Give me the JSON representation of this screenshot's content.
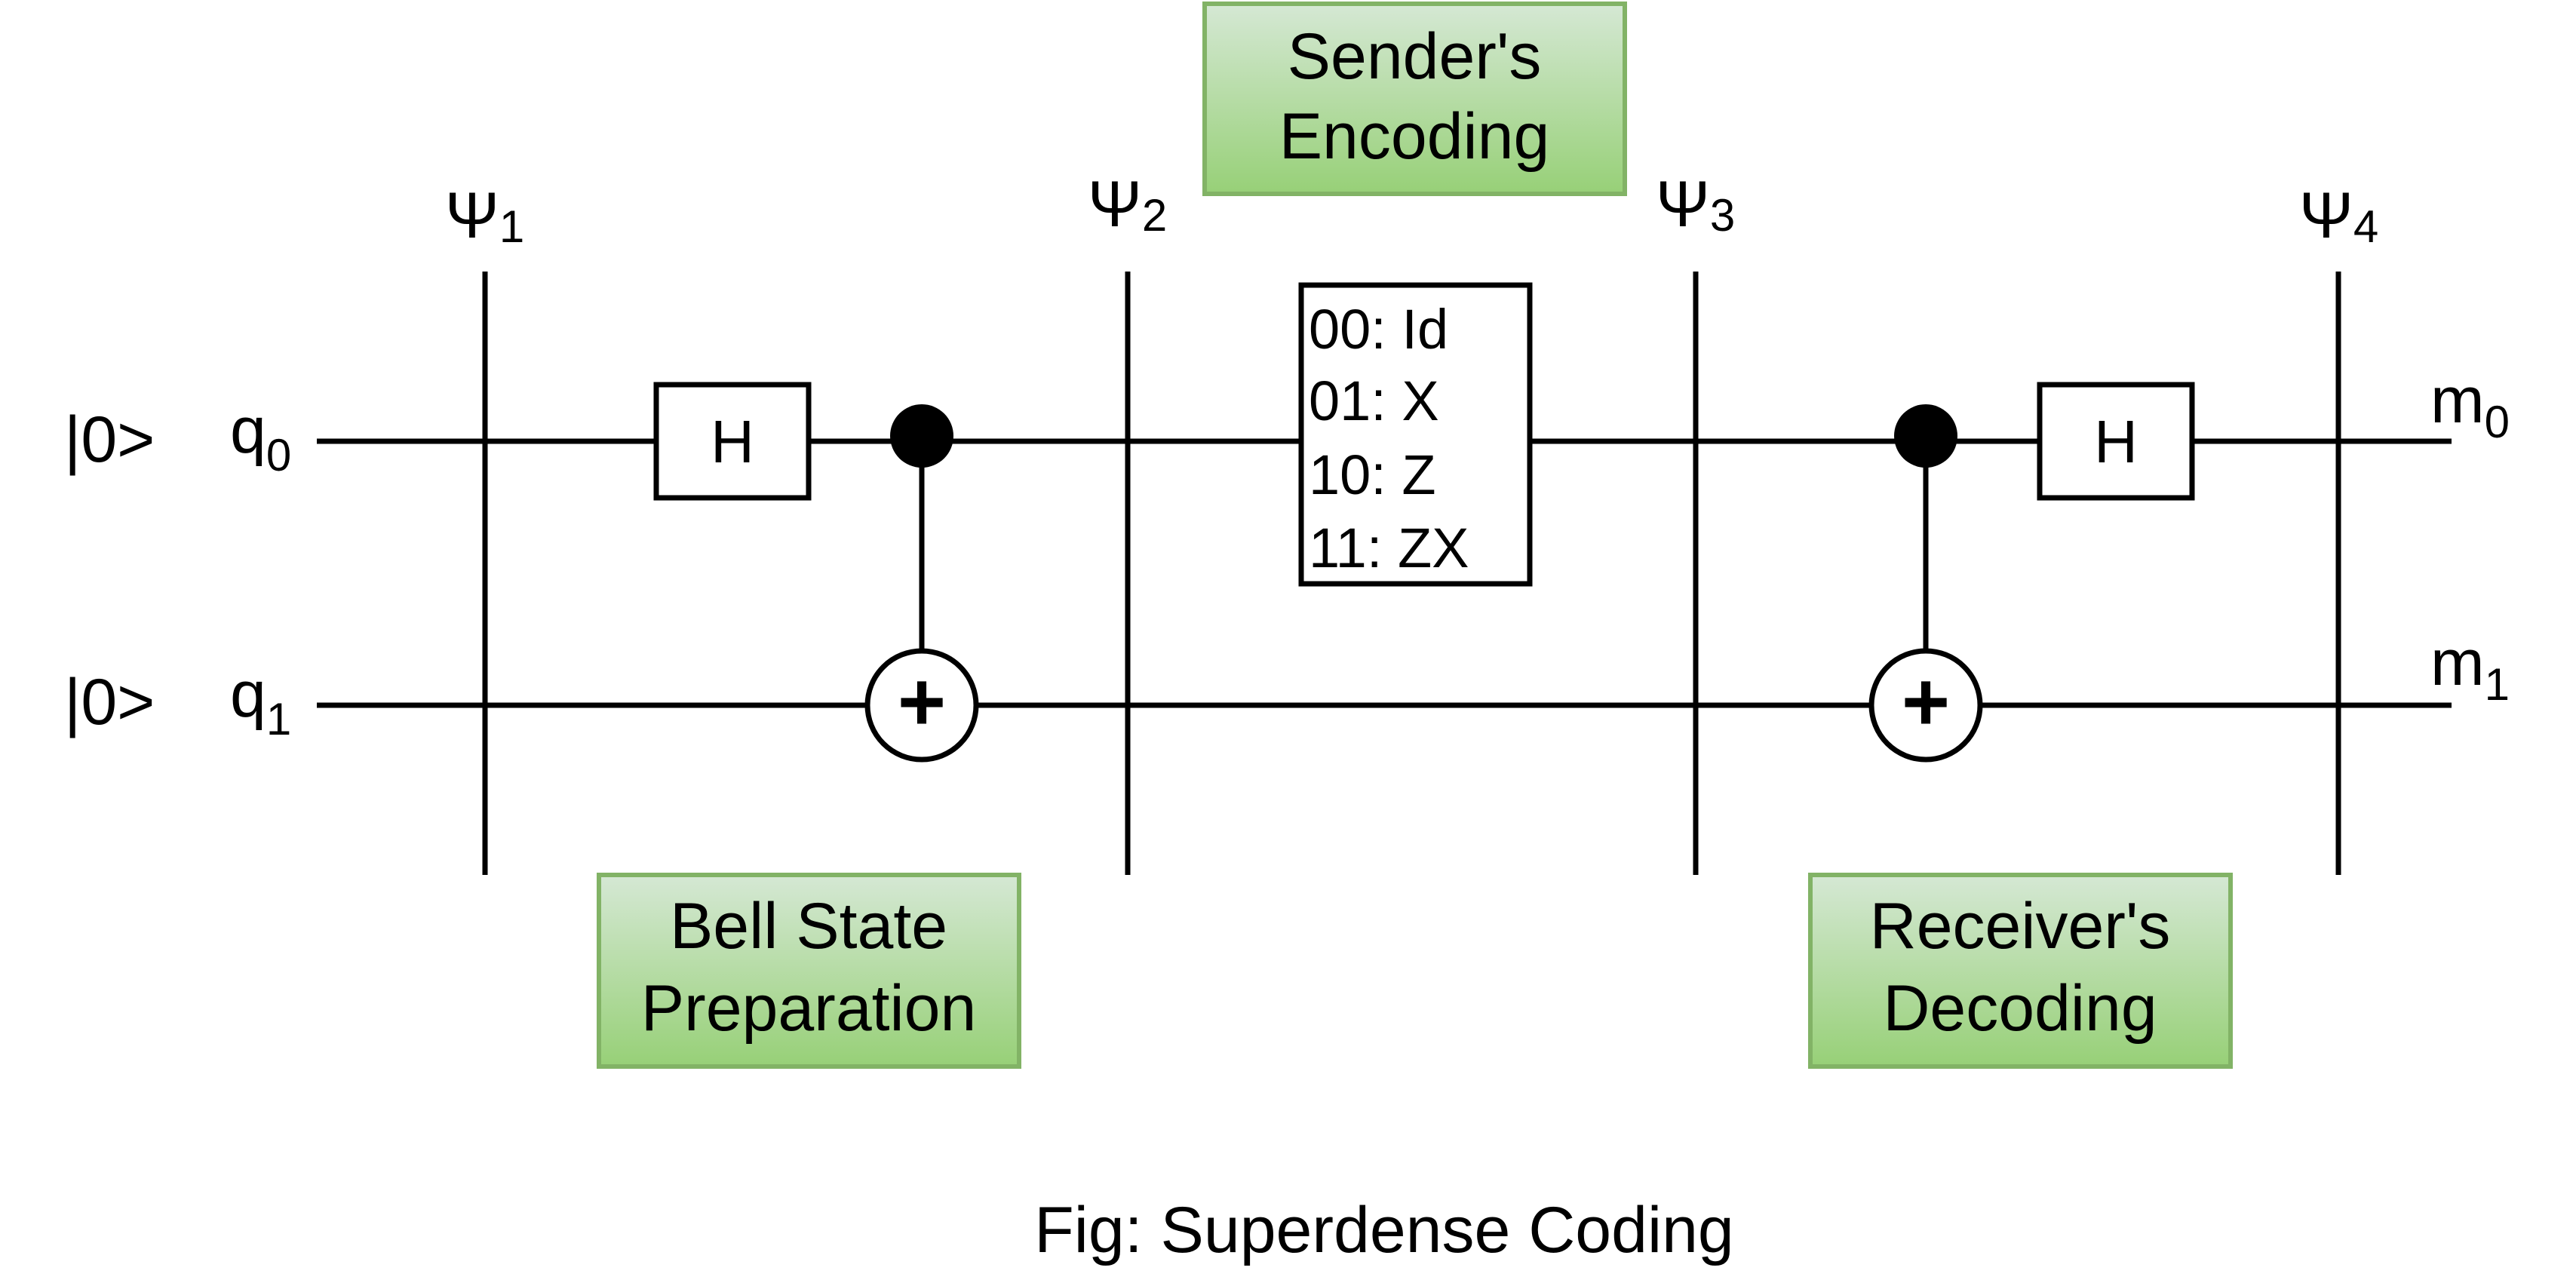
{
  "qubits": [
    {
      "ket": "|0>",
      "name": "q",
      "index": "0",
      "measure": "m",
      "measure_index": "0"
    },
    {
      "ket": "|0>",
      "name": "q",
      "index": "1",
      "measure": "m",
      "measure_index": "1"
    }
  ],
  "barriers": [
    {
      "symbol": "Ψ",
      "index": "1"
    },
    {
      "symbol": "Ψ",
      "index": "2"
    },
    {
      "symbol": "Ψ",
      "index": "3"
    },
    {
      "symbol": "Ψ",
      "index": "4"
    }
  ],
  "gates": {
    "h1": "H",
    "h2": "H",
    "cnot1_target": "+",
    "cnot2_target": "+"
  },
  "encoding_table": [
    "00:  Id",
    "01:  X",
    "10:  Z",
    "11: ZX"
  ],
  "stages": {
    "bell": [
      "Bell State",
      "Preparation"
    ],
    "sender": [
      "Sender's",
      "Encoding"
    ],
    "receiver": [
      "Receiver's",
      "Decoding"
    ]
  },
  "caption": "Fig: Superdense Coding",
  "colors": {
    "stage_fill_top": "#d5e8d4",
    "stage_fill_bottom": "#97d077",
    "stage_border": "#82b366",
    "line": "#000000"
  }
}
